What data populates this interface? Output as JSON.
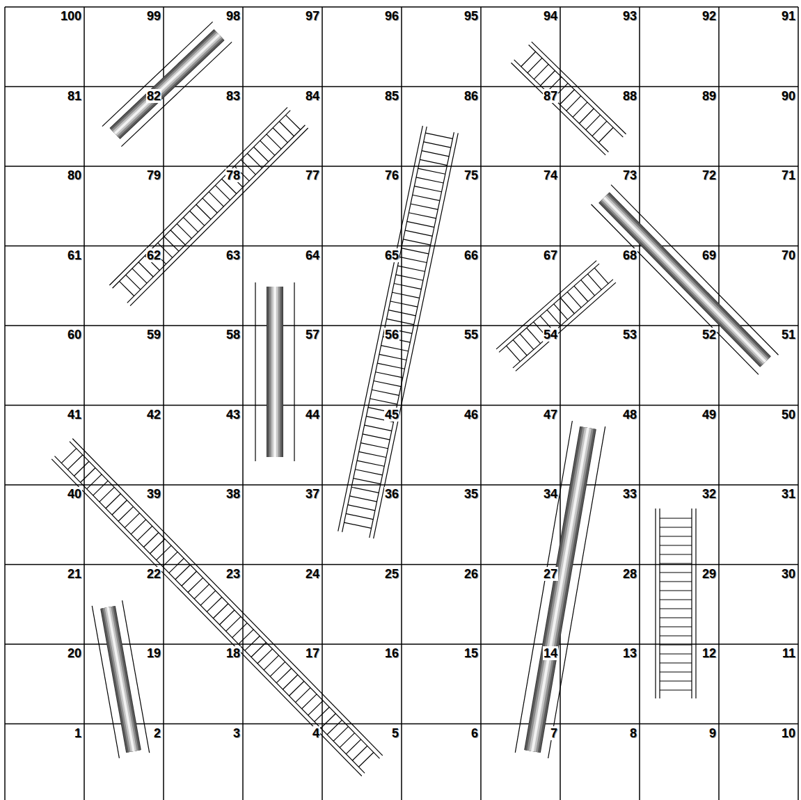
{
  "diagram": {
    "labels": [
      "100",
      "99",
      "98",
      "97",
      "96",
      "95",
      "94",
      "93",
      "92",
      "91",
      "81",
      "82",
      "83",
      "84",
      "85",
      "86",
      "87",
      "88",
      "89",
      "90",
      "80",
      "79",
      "78",
      "77",
      "76",
      "75",
      "74",
      "73",
      "72",
      "71",
      "61",
      "62",
      "63",
      "64",
      "65",
      "66",
      "67",
      "68",
      "69",
      "70",
      "60",
      "59",
      "58",
      "57",
      "56",
      "55",
      "54",
      "53",
      "52",
      "51",
      "41",
      "42",
      "43",
      "44",
      "45",
      "46",
      "47",
      "48",
      "49",
      "50",
      "40",
      "39",
      "38",
      "37",
      "36",
      "35",
      "34",
      "33",
      "32",
      "31",
      "21",
      "22",
      "23",
      "24",
      "25",
      "26",
      "27",
      "28",
      "29",
      "30",
      "20",
      "19",
      "18",
      "17",
      "16",
      "15",
      "14",
      "13",
      "12",
      "11",
      "1",
      "2",
      "3",
      "4",
      "5",
      "6",
      "7",
      "8",
      "9",
      "10"
    ]
  }
}
